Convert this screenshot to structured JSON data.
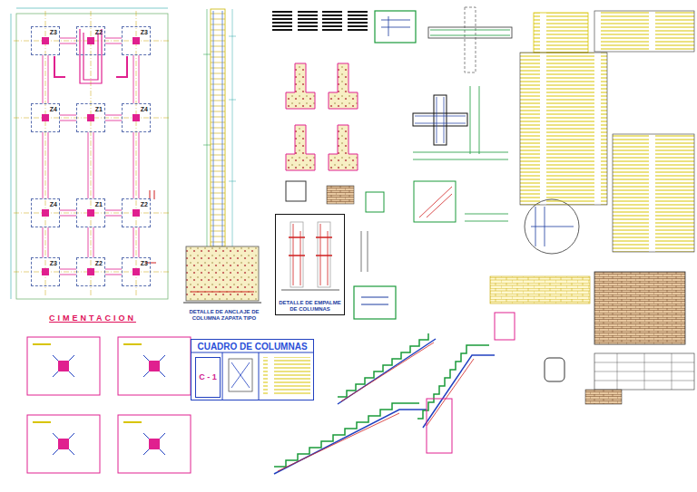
{
  "diagram": {
    "nodes": [
      {
        "text": [
          "CIMENTACION"
        ]
      },
      {
        "text": [
          "Z3"
        ],
        "in": 0
      },
      {
        "text": [
          "Z2"
        ],
        "in": 0
      },
      {
        "text": [
          "Z3"
        ],
        "in": 0
      },
      {
        "text": [
          "Z4"
        ],
        "in": 0
      },
      {
        "text": [
          "Z1"
        ],
        "in": 0
      },
      {
        "text": [
          "Z4"
        ],
        "in": 0
      },
      {
        "text": [
          "Z4"
        ],
        "in": 0
      },
      {
        "text": [
          "Z1"
        ],
        "in": 0
      },
      {
        "text": [
          "Z2"
        ],
        "in": 0
      },
      {
        "text": [
          "Z3"
        ],
        "in": 0
      },
      {
        "text": [
          "Z2"
        ],
        "in": 0
      },
      {
        "text": [
          "Z3"
        ],
        "in": 0
      },
      {
        "text": [
          "DETALLE DE ANCLAJE DE COLUMNA ZAPATA TIPO"
        ]
      },
      {
        "text": [
          "DETALLE DE EMPALME DE COLUMNAS"
        ]
      },
      {
        "text": [
          "CUADRO DE COLUMNAS"
        ]
      },
      {
        "text": [
          "C - 1"
        ],
        "in": 15
      }
    ]
  }
}
